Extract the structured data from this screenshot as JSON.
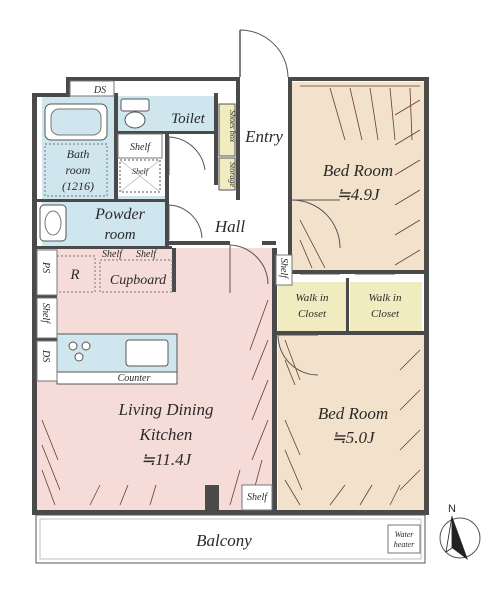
{
  "colors": {
    "bedroom": "#f2e2cc",
    "living": "#f5dcd8",
    "wet": "#cfe6ee",
    "closet": "#f1ecc0",
    "hall": "#ffffff",
    "wall": "#4a4a4a",
    "hatch": "#6b3a2e"
  },
  "rooms": {
    "entry": "Entry",
    "hall": "Hall",
    "toilet": "Toilet",
    "bath_line1": "Bath",
    "bath_line2": "room",
    "bath_line3": "(1216)",
    "powder_line1": "Powder",
    "powder_line2": "room",
    "bed1_name": "Bed Room",
    "bed1_size": "≒4.9J",
    "bed2_name": "Bed Room",
    "bed2_size": "≒5.0J",
    "ldk_line1": "Living Dining",
    "ldk_line2": "Kitchen",
    "ldk_size": "≒11.4J",
    "wic1_line1": "Walk in",
    "wic1_line2": "Closet",
    "wic2_line1": "Walk in",
    "wic2_line2": "Closet",
    "balcony": "Balcony"
  },
  "fixtures": {
    "ds_top": "DS",
    "ds_left": "DS",
    "ps": "PS",
    "shelf_toilet": "Shelf",
    "shelf_bath": "Shelf",
    "shelf_a": "Shelf",
    "shelf_b": "Shelf",
    "shelf_left": "Shelf",
    "shelf_hall": "Shelf",
    "shelf_ldk": "Shelf",
    "shoes_box": "Shoes box",
    "storage": "Storage",
    "refrigerator": "R",
    "cupboard": "Cupboard",
    "counter": "Counter",
    "water_line1": "Water",
    "water_line2": "heater"
  },
  "compass": {
    "north": "N"
  }
}
